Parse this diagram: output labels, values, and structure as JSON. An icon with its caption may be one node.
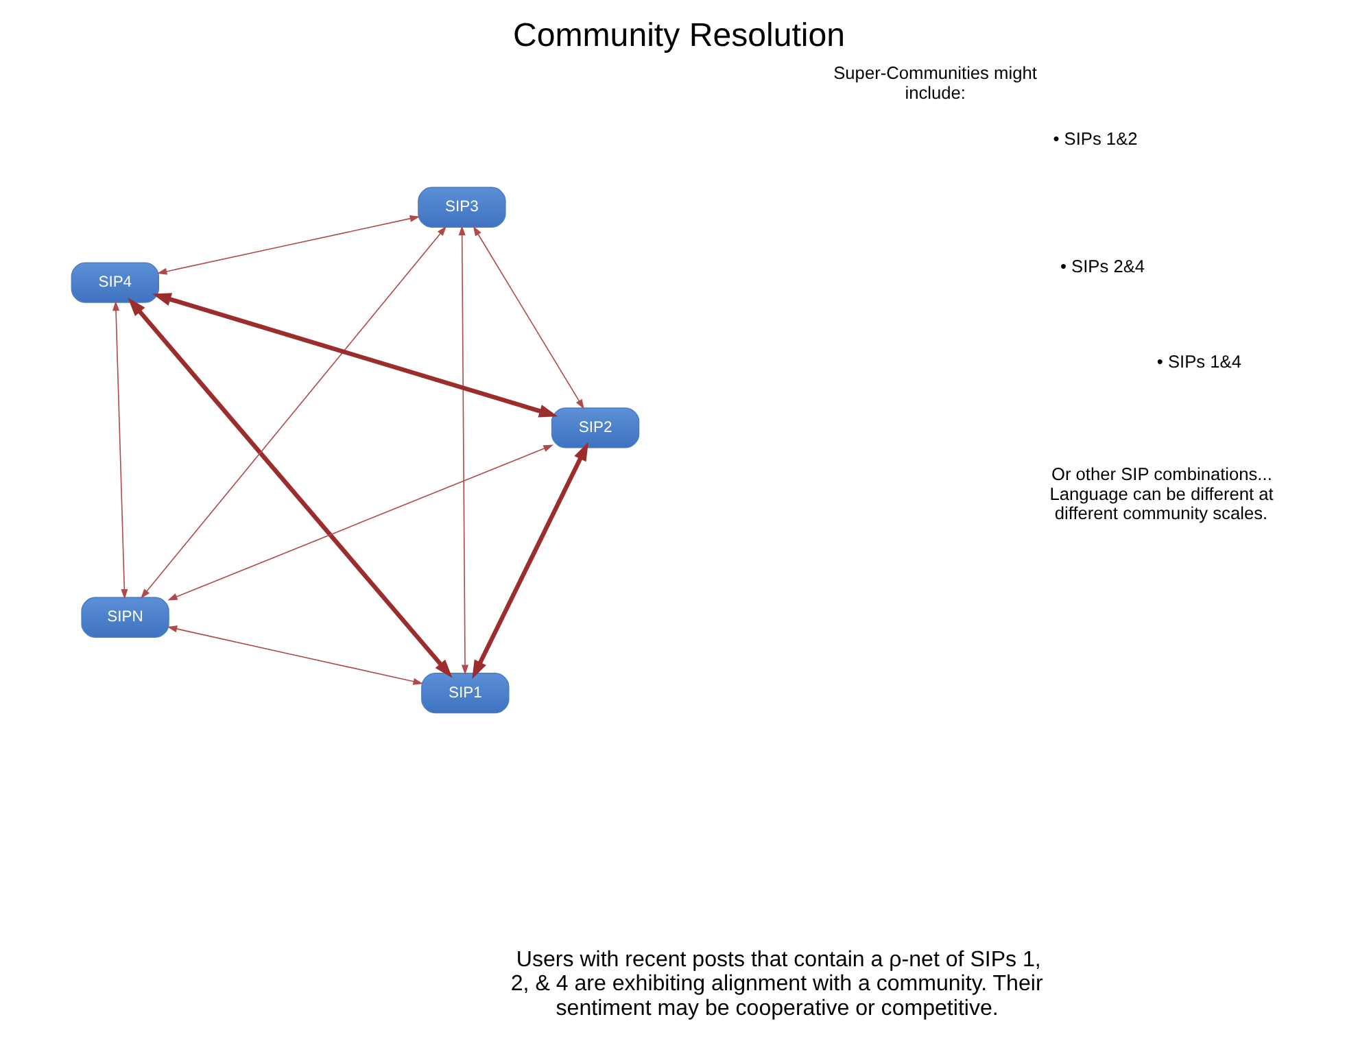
{
  "diagram": {
    "title": "Community Resolution",
    "nodes": [
      {
        "text": [
          "SIP1"
        ]
      },
      {
        "text": [
          "SIPN"
        ]
      },
      {
        "text": [
          "SIP2"
        ]
      },
      {
        "text": [
          "SIP4"
        ]
      },
      {
        "text": [
          "SIP3"
        ]
      }
    ],
    "edges": [
      {
        "from": 0,
        "to": 1,
        "arrow": "both"
      },
      {
        "from": 0,
        "to": 2,
        "arrow": "both",
        "style": "thick"
      },
      {
        "from": 1,
        "to": 2,
        "arrow": "both"
      },
      {
        "from": 0,
        "to": 3,
        "arrow": "both",
        "style": "thick"
      },
      {
        "from": 0,
        "to": 4,
        "arrow": "both"
      },
      {
        "from": 2,
        "to": 3,
        "arrow": "both",
        "style": "thick"
      },
      {
        "from": 1,
        "to": 4,
        "arrow": "both"
      },
      {
        "from": 1,
        "to": 3,
        "arrow": "both"
      },
      {
        "from": 2,
        "to": 4,
        "arrow": "both"
      },
      {
        "from": 3,
        "to": 4,
        "arrow": "both"
      }
    ],
    "labels": [
      "Users with recent posts that contain a ρ-net of SIPs 1, 2, & 4 are exhibiting alignment with a community. Their sentiment may be cooperative or competitive.",
      "Super-Communities might include:",
      "• SIPs 1&2",
      "• SIPs 2&4",
      "• SIPs 1&4",
      "Or other SIP combinations... Language can be different at different community scales."
    ]
  }
}
